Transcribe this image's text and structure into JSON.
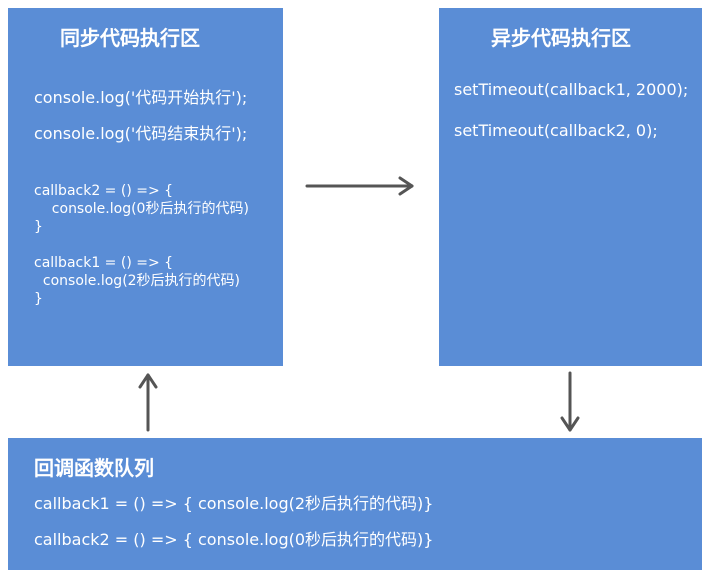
{
  "sync": {
    "title": "同步代码执行区",
    "line1": "console.log('代码开始执行');",
    "line2": "console.log('代码结束执行');",
    "cb2": "callback2 = () => {\n    console.log(0秒后执行的代码)\n}",
    "cb1": "callback1 = () => {\n  console.log(2秒后执行的代码)\n}"
  },
  "async": {
    "title": "异步代码执行区",
    "line1": "setTimeout(callback1, 2000);",
    "line2": "setTimeout(callback2, 0);"
  },
  "queue": {
    "title": "回调函数队列",
    "line1": "callback1 = () => { console.log(2秒后执行的代码)}",
    "line2": "callback2 = () => { console.log(0秒后执行的代码)}"
  },
  "colors": {
    "box": "#5a8dd6",
    "arrow": "#555555",
    "text": "#ffffff"
  },
  "icons": [
    "arrow-right-icon",
    "arrow-down-icon",
    "arrow-up-icon"
  ]
}
